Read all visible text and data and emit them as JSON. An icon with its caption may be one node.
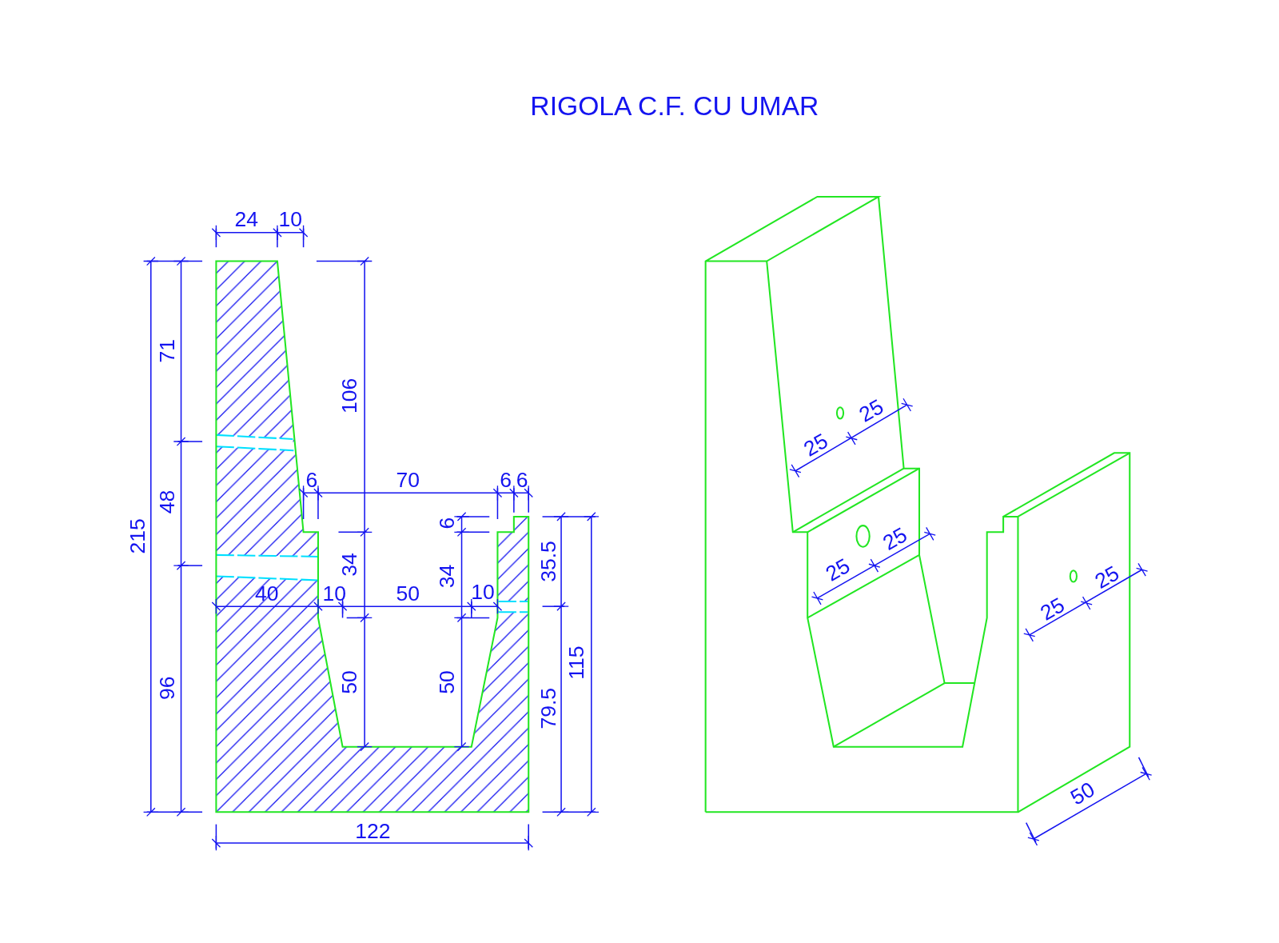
{
  "diagram": {
    "title": "RIGOLA C.F. CU UMAR",
    "labels": [
      "24",
      "10",
      "71",
      "106",
      "215",
      "48",
      "6",
      "70",
      "6",
      "6",
      "6",
      "34",
      "34",
      "35.5",
      "40",
      "10",
      "50",
      "10",
      "115",
      "96",
      "50",
      "50",
      "79.5",
      "122",
      "25",
      "25",
      "25",
      "25",
      "25",
      "25",
      "50"
    ]
  }
}
